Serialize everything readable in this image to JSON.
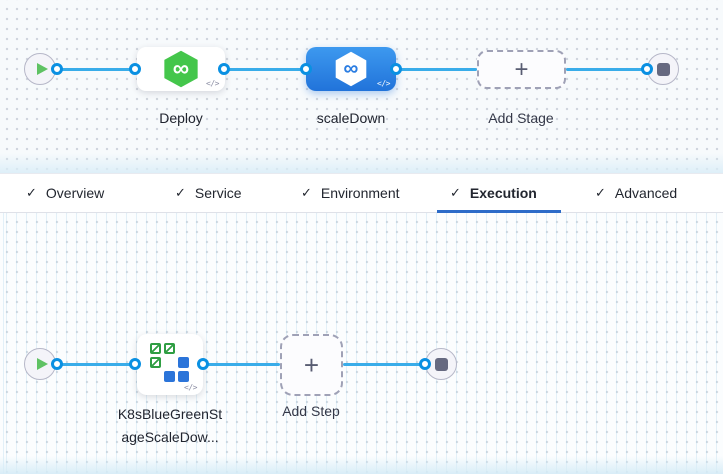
{
  "glyphs": {
    "check": "✓",
    "plus": "+",
    "infinity": "∞",
    "code": "</>"
  },
  "colors": {
    "edge_blue": "#38ACE9",
    "port_ring_blue": "#0A90E2",
    "selected_stage_blue": "#2173DA",
    "tab_underline_blue": "#2C6BC8",
    "harness_cd_green": "#44C64B",
    "k8s_icon_green": "#2F9E43",
    "k8s_icon_blue": "#2B74D9",
    "play_green": "#5FC263",
    "stop_gray": "#666980"
  },
  "stage_pipeline": {
    "stages": [
      {
        "label": "Deploy",
        "selected": false
      },
      {
        "label": "scaleDown",
        "selected": true
      },
      {
        "label": "Add Stage",
        "type": "add"
      }
    ]
  },
  "tab_bar": {
    "tabs": [
      {
        "label": "Overview",
        "checked": true,
        "active": false
      },
      {
        "label": "Service",
        "checked": true,
        "active": false
      },
      {
        "label": "Environment",
        "checked": true,
        "active": false
      },
      {
        "label": "Execution",
        "checked": true,
        "active": true
      },
      {
        "label": "Advanced",
        "checked": true,
        "active": false
      }
    ]
  },
  "execution_pipeline": {
    "step": {
      "label_line1": "K8sBlueGreenSt",
      "label_line2": "ageScaleDow..."
    },
    "add_step_label": "Add Step"
  }
}
